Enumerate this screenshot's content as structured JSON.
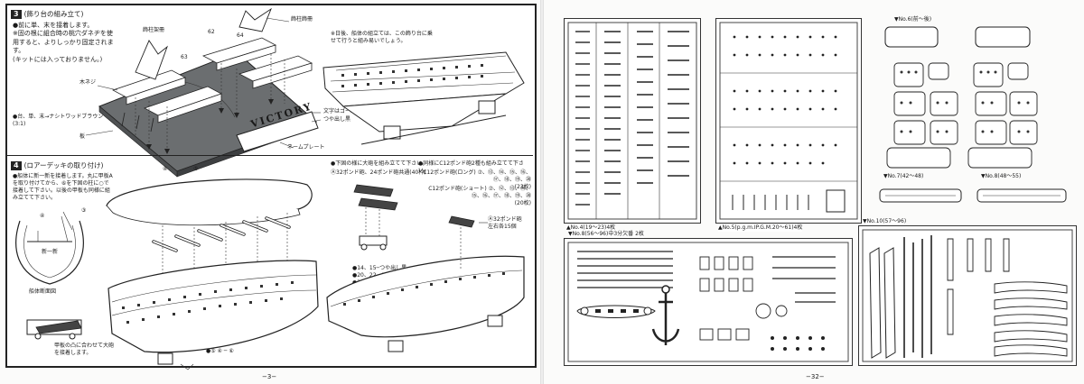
{
  "left_page": {
    "page_number": "−3−",
    "step3": {
      "number": "3",
      "title": "(飾り台の組み立て)",
      "text": "●前に単、末を接着します。\n※固の根に組合時の桃穴ダネヂを使用すると、よりしっかり固定されます。\n(キットには入っておりません。)",
      "note_color": "●台、単、末→ナシトワッドブラウン\n(3:1)",
      "labels": {
        "pedestal": "飾柱架冊",
        "pedestal2": "飾柱飾冊",
        "screw": "木ネジ",
        "board": "板",
        "gold": "文字はゴールド",
        "black": "つや出し黒",
        "plate": "ネームプレート",
        "name": "VICTORY",
        "n63": "63",
        "n62": "62",
        "n64": "64"
      },
      "side_note": "※日後、船体の組立ては、この飾り台に乗せて行うと組み易いでしょう。"
    },
    "step4": {
      "number": "4",
      "title": "(ロアーデッキの取り付け)",
      "text": "●船体に新一新を接着します。丸に甲板Aを取り付けてから、⑥を下固の柱に○で接着して下さい。以後の甲板も同様に組み立てて下さい。",
      "hull_label": "船体断面図",
      "deck_label": "新一新",
      "cannon_note": "甲板の凸に合わせて大砲を接着します。",
      "bottom_label": "●⑤ ④ ─ ⑥",
      "n4": "④",
      "n5": "⑤",
      "n3": "③"
    },
    "step4_right": {
      "intro": "●下固の様に大砲を組み立てて下さい。",
      "sub": "Ⓐ32ポンド砲、24ポンド砲共通(40枠)",
      "colors": "●14、15─つや出し黒\n●20、22、24─黒\n●21、22─黒(ホイールは黒)",
      "note_a": "●同様にC12ポンド砲2種も組み立てて下さい。",
      "row1": "C12ポンド砲(ロング) ⑦、⑬、⑭、⑮、⑯、⑰、⑱、⑲、⑳\n(23枚)",
      "row2": "C12ポンド砲(ショート) ⑦、⑫、⑬、⑭、⑮、⑯、⑰、⑱、⑲、⑳\n(20枚)",
      "callout": "Ⓐ32ポンド砲\n左右各15個"
    }
  },
  "right_page": {
    "page_number": "−32−",
    "sprues": [
      {
        "id": "A",
        "label": "▲No.4(19〜23)4枚"
      },
      {
        "id": "B",
        "label": "▲No.5(p.g.m.IP.G.M.20〜61)4枚"
      },
      {
        "id": "C",
        "label": "▼No.6(前〜後)"
      },
      {
        "id": "D",
        "label": "▼No.7(42〜48)"
      },
      {
        "id": "E",
        "label": "▼No.8(48〜55)"
      },
      {
        "id": "F",
        "label": "▼No.8(56〜96)中3分欠番 2枚"
      },
      {
        "id": "G",
        "label": "▼No.10(57〜96)"
      }
    ]
  }
}
